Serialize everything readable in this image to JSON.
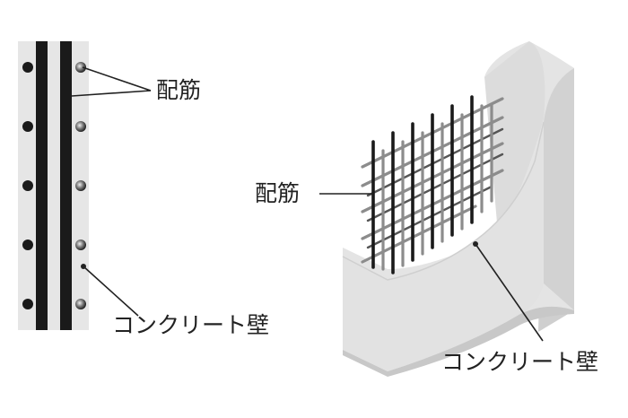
{
  "labels": {
    "section_rebar": "配筋",
    "section_wall": "コンクリート壁",
    "iso_rebar": "配筋",
    "iso_wall": "コンクリート壁"
  },
  "colors": {
    "concrete": "#e6e6e6",
    "concrete_dark": "#d4d4d4",
    "rebar": "#1a1a1a",
    "rebar_grey": "#8c8c8c",
    "leader": "#222222",
    "text": "#222222"
  }
}
